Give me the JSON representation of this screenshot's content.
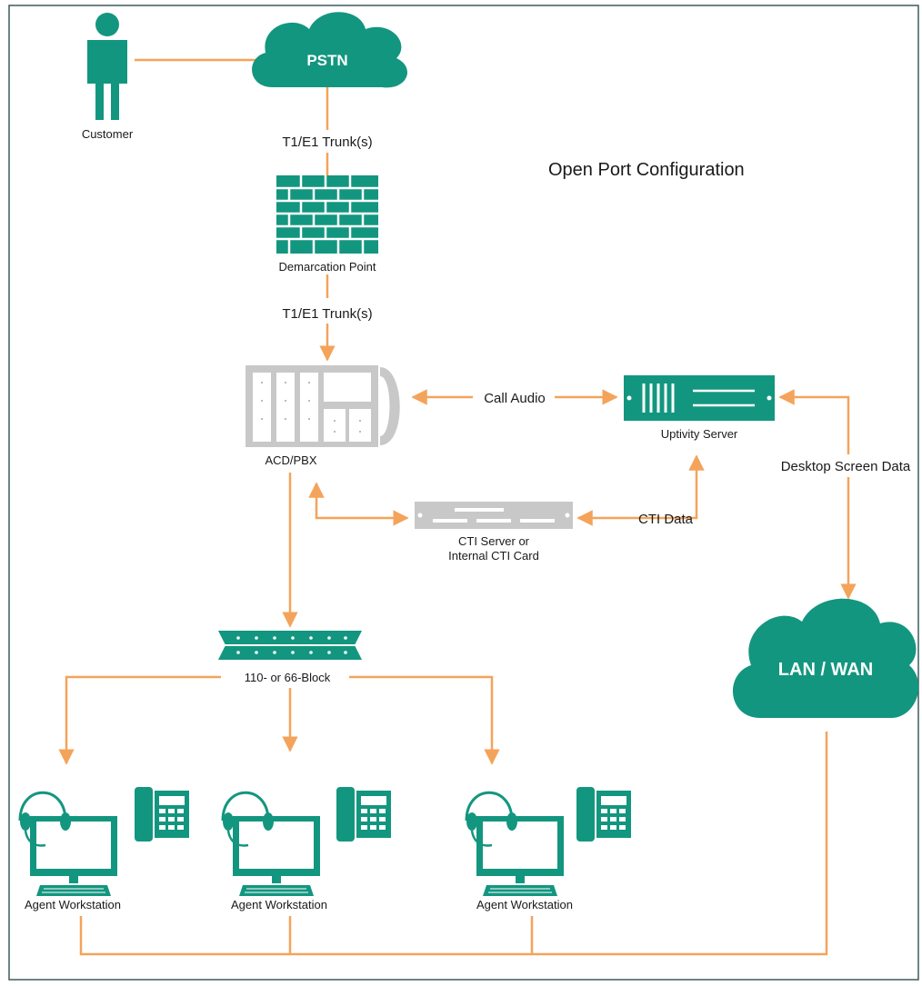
{
  "title": "Open Port Configuration",
  "nodes": {
    "customer": "Customer",
    "pstn": "PSTN",
    "demarcation": "Demarcation Point",
    "acd_pbx": "ACD/PBX",
    "uptivity_server": "Uptivity Server",
    "cti_server_line1": "CTI Server or",
    "cti_server_line2": "Internal CTI Card",
    "block": "110- or 66-Block",
    "lan_wan": "LAN / WAN",
    "agent_workstations": [
      "Agent Workstation",
      "Agent Workstation",
      "Agent Workstation"
    ]
  },
  "connections": {
    "trunk_upper": "T1/E1 Trunk(s)",
    "trunk_lower": "T1/E1 Trunk(s)",
    "call_audio": "Call Audio",
    "cti_data": "CTI Data",
    "desktop_screen_data": "Desktop Screen Data"
  },
  "colors": {
    "green": "#13967F",
    "orange": "#F4A35B",
    "gray": "#C8C8C8",
    "dark_border": "#3d5a5a"
  }
}
